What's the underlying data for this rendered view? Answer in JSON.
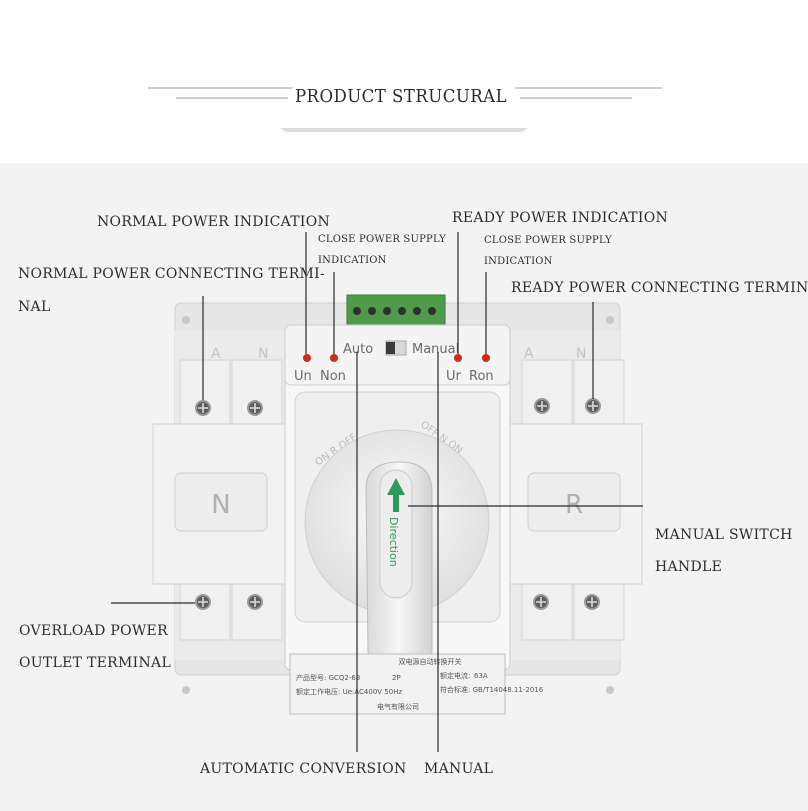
{
  "header": {
    "title": "PRODUCT STRUCURAL"
  },
  "labels": {
    "normal_power_indication": "NORMAL POWER INDICATION",
    "close_power_supply_left_1": "CLOSE POWER SUPPLY",
    "close_power_supply_left_2": "INDICATION",
    "ready_power_indication": "READY POWER INDICATION",
    "close_power_supply_right_1": "CLOSE POWER SUPPLY",
    "close_power_supply_right_2": "INDICATION",
    "normal_terminal_1": "NORMAL POWER CONNECTING TERMI-",
    "normal_terminal_2": "NAL",
    "ready_terminal": "READY POWER CONNECTING TERMINAL",
    "manual_handle_1": "MANUAL SWITCH",
    "manual_handle_2": "HANDLE",
    "overload_1": "OVERLOAD POWER",
    "overload_2": "OUTLET TERMINAL",
    "automatic_conversion": "AUTOMATIC CONVERSION",
    "manual": "MANUAL"
  },
  "device": {
    "un": "Un",
    "non": "Non",
    "auto": "Auto",
    "manual_mode": "Manual",
    "ur": "Ur",
    "ron": "Ron",
    "n_module": "N",
    "r_module": "R",
    "handle_text": "Direction",
    "dial_left": "ON  R  OFF",
    "dial_right": "OFF  N  ON",
    "terminal_a_left": "A",
    "terminal_n_left": "N",
    "terminal_a_right": "A",
    "terminal_n_right": "N",
    "plate_title": "双电源自动转换开关",
    "plate_model": "产品型号: GCQ2-63",
    "plate_poles": "2P",
    "plate_current_label": "额定电流:",
    "plate_current": "63A",
    "plate_voltage": "额定工作电压: Ue:AC400V 50Hz",
    "plate_standard": "符合标准: GB/T14048.11-2016",
    "plate_maker": "电气有限公司",
    "accent_color": "#2e9a5a",
    "led_color": "#cc2a1a"
  }
}
